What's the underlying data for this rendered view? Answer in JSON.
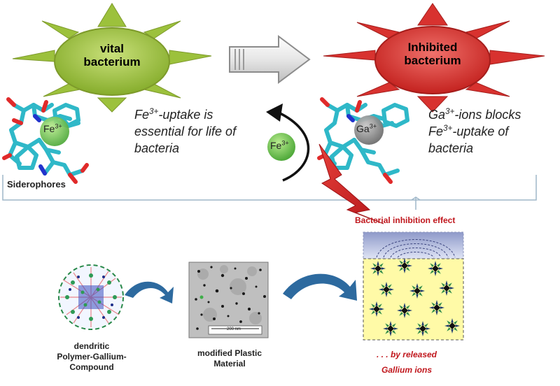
{
  "top": {
    "vital_label": [
      "vital",
      "bacterium"
    ],
    "inhibited_label": [
      "Inhibited",
      "bacterium"
    ],
    "fe_uptake_note": {
      "ion": "Fe",
      "charge": "3+",
      "line1_rest": "-uptake is",
      "line2": "essential for life of",
      "line3": "bacteria"
    },
    "ga_block_note": {
      "ion": "Ga",
      "charge": "3+",
      "line1_rest": "-ions blocks",
      "line2_ion": "Fe",
      "line2_charge": "3+",
      "line2_rest": "-uptake of",
      "line3": "bacteria"
    },
    "fe_ion_left": {
      "ion": "Fe",
      "charge": "3+"
    },
    "fe_ion_free": {
      "ion": "Fe",
      "charge": "3+"
    },
    "ga_ion": {
      "ion": "Ga",
      "charge": "3+"
    },
    "siderophores_label": "Siderophores"
  },
  "bottom": {
    "inhibition_label": "Bacterial inhibition effect",
    "dendritic_label": [
      "dendritic",
      "Polymer-Gallium-",
      "Compound"
    ],
    "plastic_label": [
      "modified Plastic",
      "Material"
    ],
    "released_label": [
      ". . . by released",
      "Gallium ions"
    ],
    "micrograph_scale": "200 nm"
  },
  "colors": {
    "vital_green": "#9cc13c",
    "inhibited_red": "#d8322f",
    "fe_ion_green": "#6cc24a",
    "ga_ion_gray": "#8a8a8a",
    "arrow_blue": "#2d6a9f",
    "bracket_blue": "#9fb7c9",
    "inhibition_red": "#c0161c"
  }
}
